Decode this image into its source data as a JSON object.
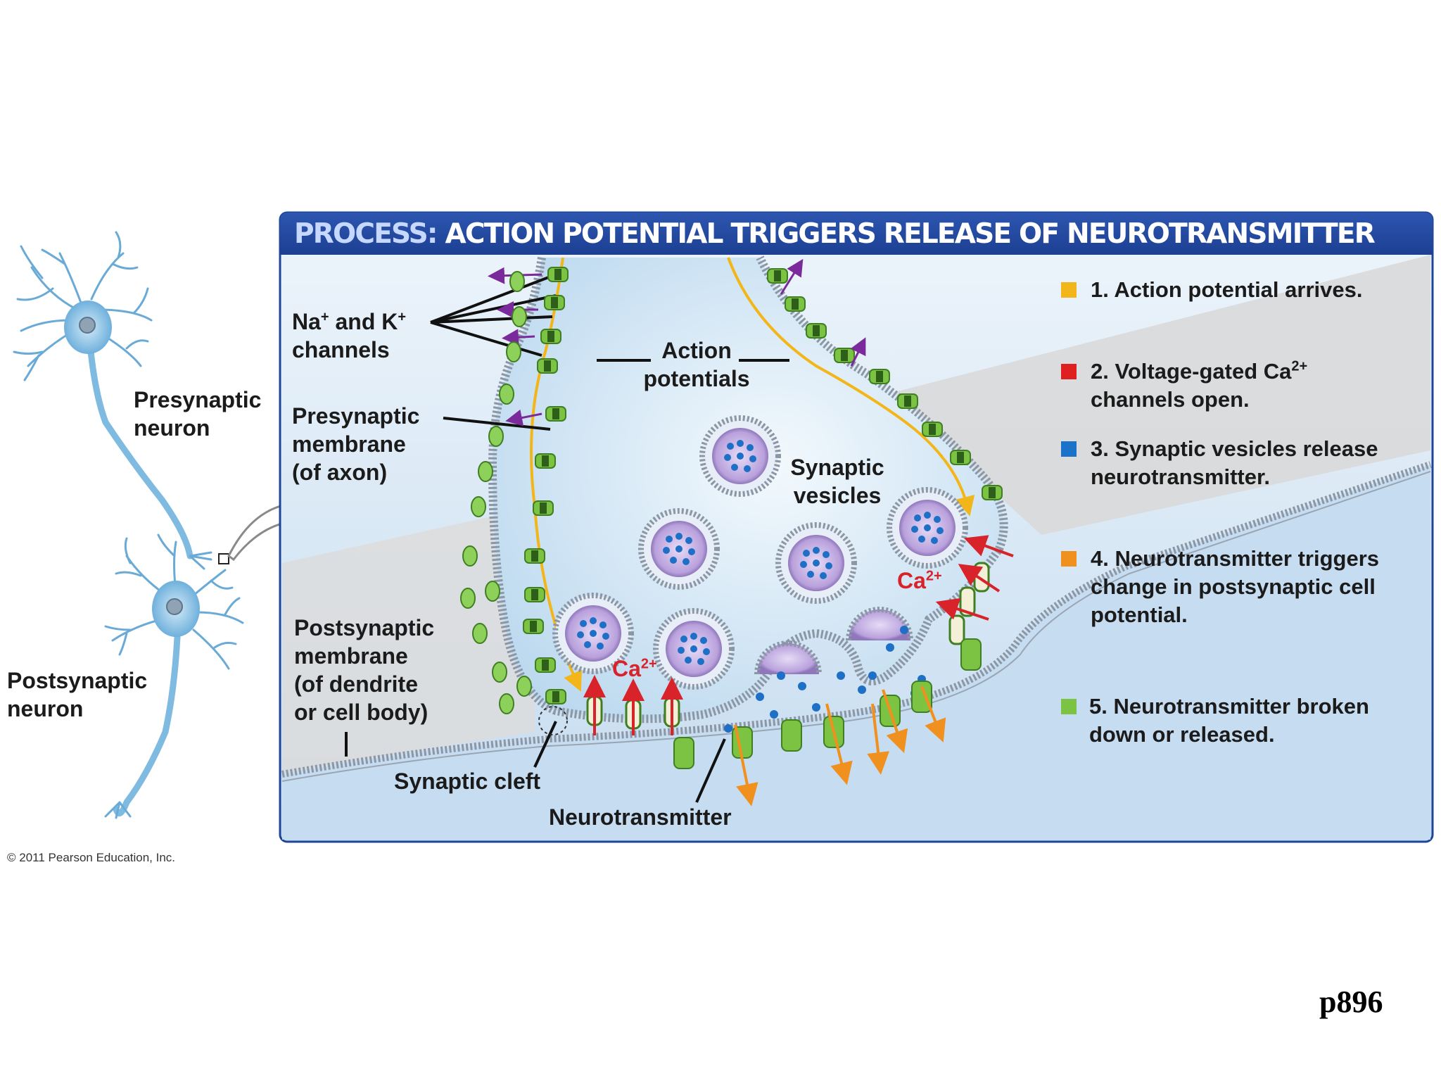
{
  "title": {
    "prefix": "PROCESS:",
    "text": "ACTION POTENTIAL TRIGGERS RELEASE OF NEUROTRANSMITTER"
  },
  "neuron_labels": {
    "presynaptic_neuron": [
      "Presynaptic",
      "neuron"
    ],
    "postsynaptic_neuron": [
      "Postsynaptic",
      "neuron"
    ]
  },
  "structure_labels": {
    "channels": {
      "line1_a": "Na",
      "line1_sup_a": "+",
      "line1_b": " and K",
      "line1_sup_b": "+",
      "line2": "channels"
    },
    "action_potentials": [
      "Action",
      "potentials"
    ],
    "presynaptic_membrane": [
      "Presynaptic",
      "membrane",
      "(of axon)"
    ],
    "synaptic_vesicles": [
      "Synaptic",
      "vesicles"
    ],
    "postsynaptic_membrane": [
      "Postsynaptic",
      "membrane",
      "(of dendrite",
      "or cell body)"
    ],
    "synaptic_cleft": "Synaptic cleft",
    "neurotransmitter": "Neurotransmitter",
    "ca_left": {
      "base": "Ca",
      "sup": "2+"
    },
    "ca_right": {
      "base": "Ca",
      "sup": "2+"
    }
  },
  "steps": [
    {
      "number": "1.",
      "text": "Action potential arrives.",
      "color": "#f2b61b"
    },
    {
      "number": "2.",
      "text_a": "Voltage-gated Ca",
      "sup": "2+",
      "text_b": "channels open.",
      "color": "#e02020"
    },
    {
      "number": "3.",
      "text": "Synaptic vesicles release neurotransmitter.",
      "color": "#1a73c9"
    },
    {
      "number": "4.",
      "text": "Neurotransmitter triggers change in postsynaptic cell potential.",
      "color": "#f0901e"
    },
    {
      "number": "5.",
      "text": "Neurotransmitter broken down or released.",
      "color": "#7cc243"
    }
  ],
  "copyright": "© 2011 Pearson Education, Inc.",
  "page_number": "p896",
  "colors": {
    "title_bar": "#1f4597",
    "panel_bg": "#d7e8f6",
    "terminal_fill": "#c9e1f2",
    "membrane": "#8c97a6",
    "vesicle_fill": "#c9b5e6",
    "neurotransmitter_dot": "#1e6fc6",
    "channel_green": "#7cc243",
    "action_potential": "#f2b61b",
    "ca_arrow": "#d8232a",
    "release_arrow": "#f0901e",
    "neuron_blue": "#7fbbe0"
  }
}
